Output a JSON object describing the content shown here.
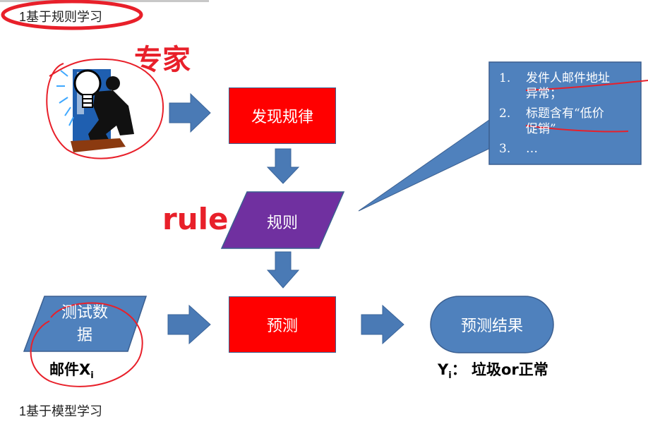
{
  "heading_top": "1基于规则学习",
  "heading_bottom": "1基于模型学习",
  "expert_label": "专家",
  "rule_label": "rule",
  "boxes": {
    "discover": "发现规律",
    "rules": "规则",
    "predict": "预测",
    "test_data_line1": "测试数",
    "test_data_line2": "据",
    "result": "预测结果"
  },
  "callout": {
    "items": [
      {
        "num": "1.",
        "text_line1": "发件人邮件地址",
        "text_line2": "异常；"
      },
      {
        "num": "2.",
        "text_line1": "标题含有“低价",
        "text_line2": "促销”"
      },
      {
        "num": "3.",
        "text_line1": "…",
        "text_line2": ""
      }
    ]
  },
  "captions": {
    "mail_prefix": "邮件X",
    "mail_sub": "i",
    "result_prefix": "Y",
    "result_sub": "i",
    "result_suffix": "：  垃圾or正常"
  },
  "colors": {
    "red_box": "#ff0000",
    "purple": "#7030a0",
    "blue_shape": "#4f81bd",
    "arrow": "#4a7ab5",
    "annotation_red": "#e8202a"
  }
}
